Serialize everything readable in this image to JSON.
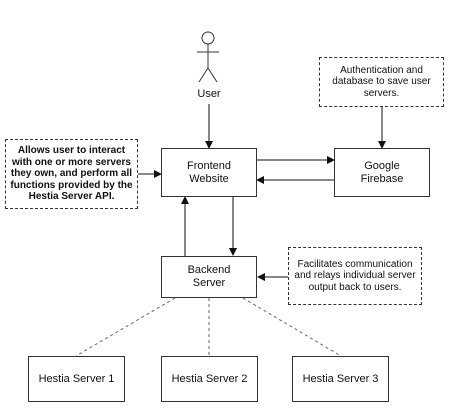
{
  "nodes": {
    "user": {
      "label": "User"
    },
    "frontend": {
      "label": "Frontend\nWebsite"
    },
    "firebase": {
      "label": "Google\nFirebase"
    },
    "backend": {
      "label": "Backend\nServer"
    },
    "hestia1": {
      "label": "Hestia Server 1"
    },
    "hestia2": {
      "label": "Hestia Server 2"
    },
    "hestia3": {
      "label": "Hestia Server 3"
    }
  },
  "notes": {
    "frontend_note": "Allows user to interact with one or more servers they own, and perform all functions provided by the Hestia Server API.",
    "firebase_note": "Authentication and database to save user servers.",
    "backend_note": "Facilitates communication and relays individual server output back to users."
  }
}
